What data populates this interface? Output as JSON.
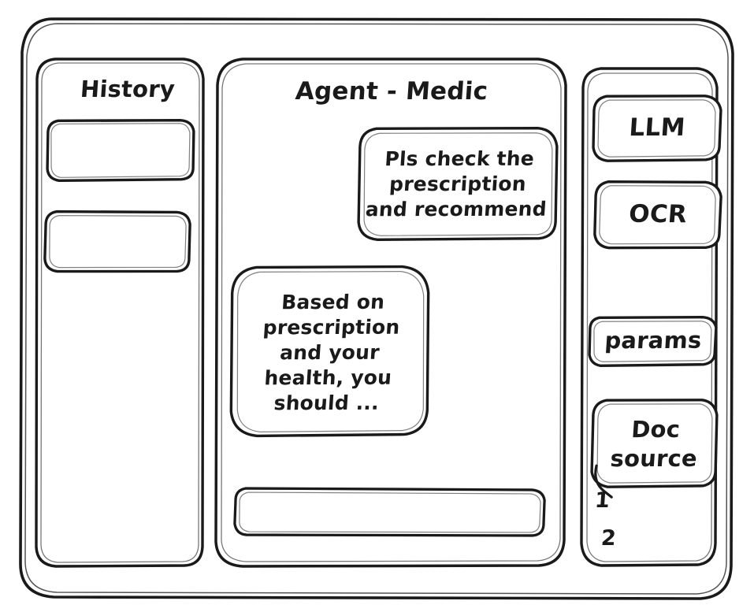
{
  "app": {
    "style": "hand-drawn wireframe sketch",
    "stroke_color": "#1a1a1a",
    "background_color": "#ffffff"
  },
  "sidebar_left": {
    "title": "History",
    "items": [
      {
        "label": ""
      },
      {
        "label": ""
      }
    ]
  },
  "main": {
    "title": "Agent - Medic",
    "messages": [
      {
        "role": "user",
        "text": "Pls check the\nprescription\nand recommend"
      },
      {
        "role": "assistant",
        "text": "Based on\nprescription\nand your\nhealth, you\nshould ..."
      }
    ],
    "composer": {
      "value": "",
      "placeholder": ""
    }
  },
  "sidebar_right": {
    "buttons": [
      {
        "label": "LLM"
      },
      {
        "label": "OCR"
      }
    ],
    "params_label": "params",
    "doc_source_label": "Doc\nsource",
    "doc_source_items": [
      {
        "marker": "1"
      },
      {
        "marker": "2"
      }
    ]
  }
}
